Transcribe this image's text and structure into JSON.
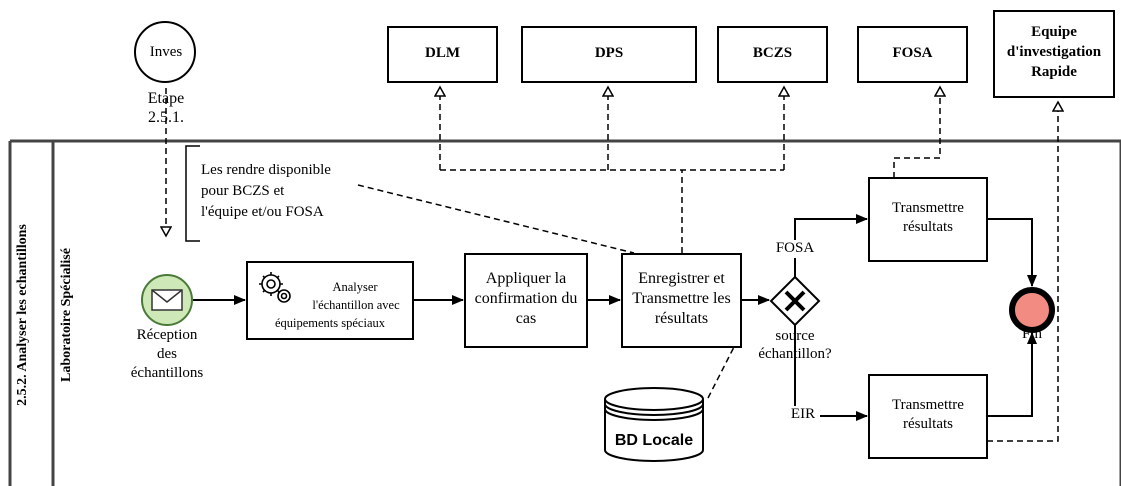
{
  "pool": {
    "label": "2.5.2. Analyser les echantillons"
  },
  "lane": {
    "label": "Laboratoire Spécialisé"
  },
  "external_event": {
    "label": "Inves",
    "caption_line1": "Etape",
    "caption_line2": "2.5.1."
  },
  "participants": {
    "dlm": "DLM",
    "dps": "DPS",
    "bczs": "BCZS",
    "fosa": "FOSA",
    "eir_line1": "Equipe",
    "eir_line2": "d'investigation",
    "eir_line3": "Rapide"
  },
  "annotation": {
    "line1": "Les rendre disponible",
    "line2": "pour BCZS et",
    "line3": "l'équipe et/ou FOSA"
  },
  "start_event": {
    "line1": "Réception",
    "line2": "des",
    "line3": "échantillons"
  },
  "tasks": {
    "analyser_line1": "Analyser",
    "analyser_line2": "l'échantillon avec",
    "analyser_line3": "équipements spéciaux",
    "appliquer_line1": "Appliquer la",
    "appliquer_line2": "confirmation du",
    "appliquer_line3": "cas",
    "enregistrer_line1": "Enregistrer et",
    "enregistrer_line2": "Transmettre les",
    "enregistrer_line3": "résultats",
    "transmettre_fosa_line1": "Transmettre",
    "transmettre_fosa_line2": "résultats",
    "transmettre_eir_line1": "Transmettre",
    "transmettre_eir_line2": "résultats"
  },
  "gateway": {
    "line1": "source",
    "line2": "échantillon?",
    "branch_top": "FOSA",
    "branch_bottom": "EIR"
  },
  "datastore": {
    "label": "BD Locale"
  },
  "end_event": {
    "label": "Fin"
  },
  "colors": {
    "start_fill": "#cfe8b8",
    "start_stroke": "#4a7a3a",
    "end_fill": "#f28b82",
    "stroke": "#000000"
  }
}
